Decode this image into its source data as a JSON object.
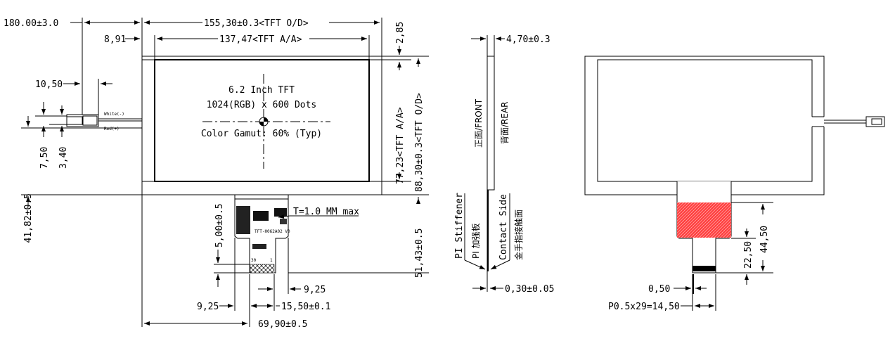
{
  "front_view": {
    "title_line1": "6.2 Inch TFT",
    "title_line2": "1024(RGB) x 600 Dots",
    "title_line3": "Color Gamut: 60% (Typ)",
    "wire_white": "White(-)",
    "wire_red": "Red(+)",
    "fpc_thickness": "T=1.0 MM max",
    "fpc_pin_left": "30",
    "fpc_pin_right": "1",
    "fpc_part_no": "TFT-H062A02 V0",
    "dims": {
      "cable_length": "180.00±3.0",
      "outline_width": "155,30±0.3<TFT O/D>",
      "aa_offset_x": "8,91",
      "aa_width": "137,47<TFT A/A>",
      "connector_width": "10,50",
      "wire_y": "41,82±0.5",
      "connector_height": "7,50",
      "connector_offset": "3,40",
      "aa_offset_y": "2,85",
      "aa_height": "77,23<TFT A/A>",
      "outline_height": "88,30±0.3<TFT O/D>",
      "fpc_length": "51,43±0.5",
      "fpc_contact": "5,00±0.5",
      "fpc_right_margin": "9,25",
      "fpc_left_margin": "9,25",
      "fpc_tail_width": "15,50±0.1",
      "fpc_position": "69,90±0.5"
    }
  },
  "side_view": {
    "thickness": "4,70±0.3",
    "front_label": "正面/FRONT",
    "rear_label": "背面/REAR",
    "stiffener_en": "PI Stiffener",
    "stiffener_cn": "PI 加强板",
    "contact_en": "Contact Side",
    "contact_cn": "金手指接触面",
    "fpc_thickness": "0,30±0.05"
  },
  "rear_view": {
    "dims": {
      "total": "44,50",
      "tail": "22,50",
      "pitch_width": "0,50",
      "pitch_total": "P0.5x29=14,50"
    },
    "stiffener_color": "#ff3b3b"
  }
}
